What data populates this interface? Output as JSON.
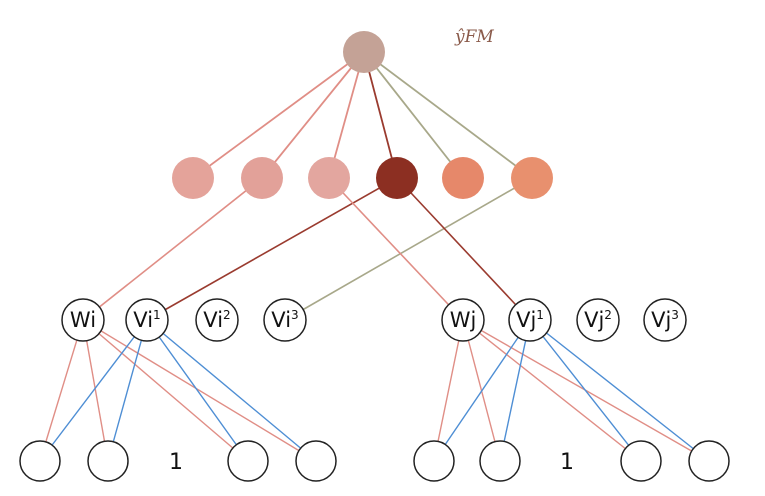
{
  "output_label": "ŷFM",
  "colors": {
    "output_node": "#c4a296",
    "hidden_nodes": [
      "#e4a39a",
      "#e2a199",
      "#e3a69f",
      "#8c2f22",
      "#e6886a",
      "#e8906e"
    ],
    "edge_red": "#e08e86",
    "edge_dark": "#9a3b2f",
    "edge_olive": "#a8a88a",
    "edge_blue": "#4e8ed4",
    "node_stroke": "#222222"
  },
  "feature_nodes": [
    {
      "base": "Wi",
      "sup": ""
    },
    {
      "base": "Vi",
      "sup": "1"
    },
    {
      "base": "Vi",
      "sup": "2"
    },
    {
      "base": "Vi",
      "sup": "3"
    },
    {
      "base": "Wj",
      "sup": ""
    },
    {
      "base": "Vj",
      "sup": "1"
    },
    {
      "base": "Vj",
      "sup": "2"
    },
    {
      "base": "Vj",
      "sup": "3"
    }
  ],
  "input_groups": [
    {
      "count_label": "1"
    },
    {
      "count_label": "1"
    }
  ]
}
